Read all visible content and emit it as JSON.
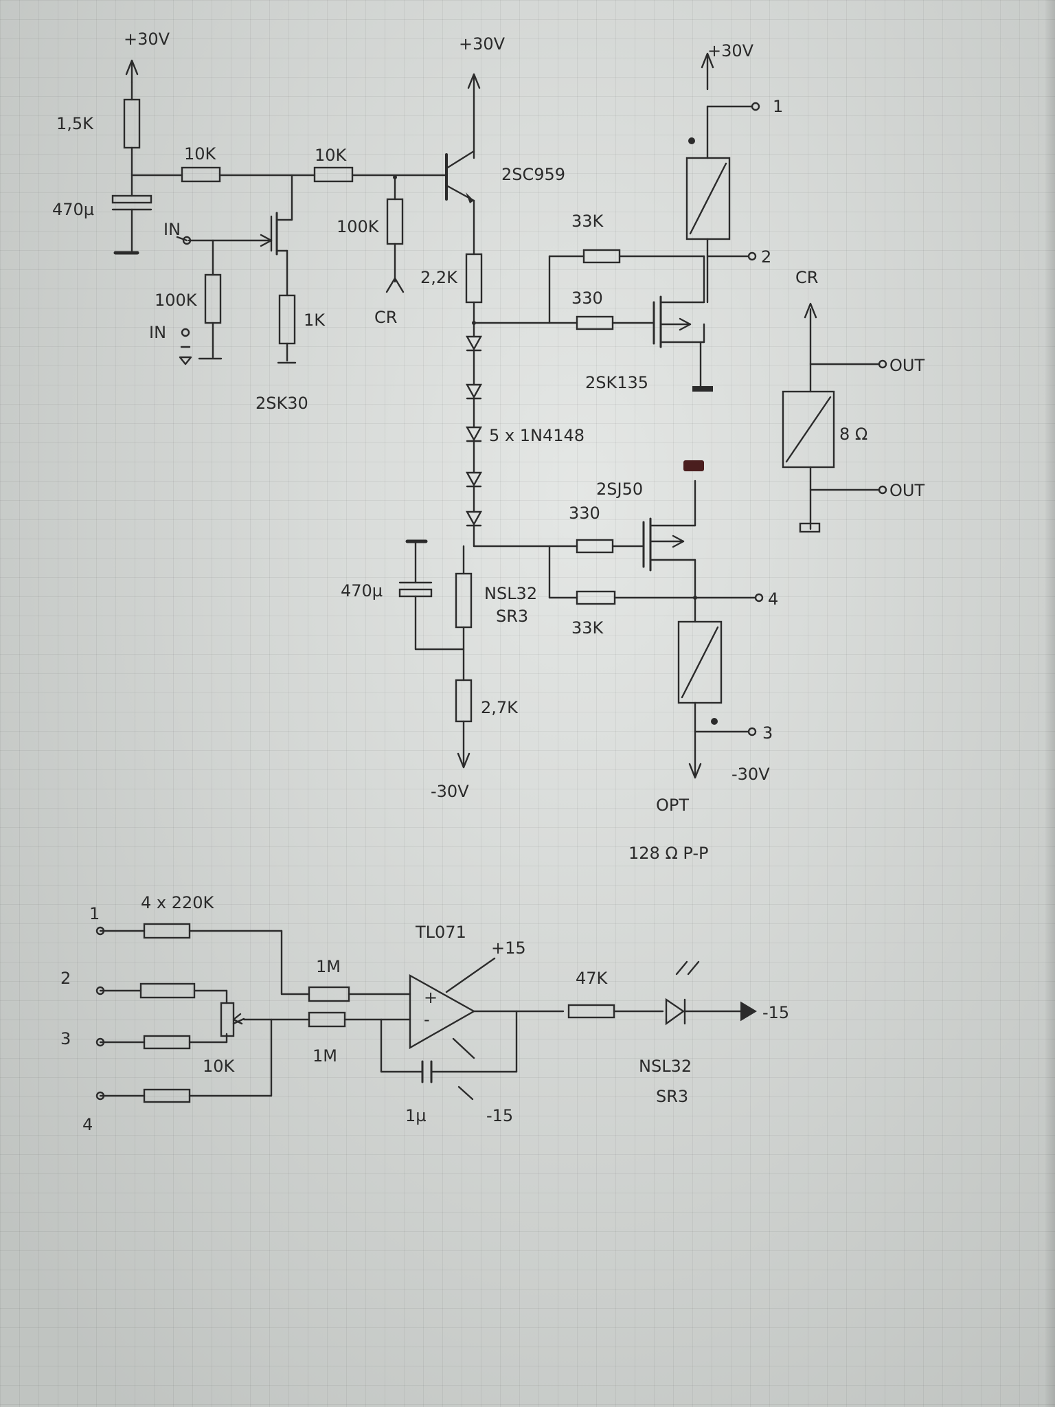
{
  "labels": {
    "vplus_1": "+30V",
    "vplus_2": "+30V",
    "vplus_3": "+30V",
    "r_1k5": "1,5K",
    "c_470u_top": "470µ",
    "r_10k_a": "10K",
    "r_10k_b": "10K",
    "in": "IN",
    "r_100k_in": "100K",
    "in_ground": "IN",
    "r_1k": "1K",
    "jfet": "2SK30",
    "r_100k_cr": "100K",
    "cr_1": "CR",
    "bjt": "2SC959",
    "r_2k2": "2,2K",
    "r_33k_top": "33K",
    "r_330_top": "330",
    "mosfet_top": "2SK135",
    "node_1": "1",
    "node_2": "2",
    "diodes": "5 x 1N4148",
    "mosfet_bot": "2SJ50",
    "r_330_bot": "330",
    "c_470u_bot": "470µ",
    "nsl_1": "NSL32",
    "sr3_1": "SR3",
    "r_33k_bot": "33K",
    "node_4": "4",
    "r_2k7": "2,7K",
    "vminus": "-30V",
    "node_3": "3",
    "vminus_out": "-30V",
    "opt": "OPT",
    "opt_spec": "128 Ω P-P",
    "cr_2": "CR",
    "load": "8 Ω",
    "out_1": "OUT",
    "out_2": "OUT",
    "r_4x220k": "4 x 220K",
    "in_1": "1",
    "in_2": "2",
    "in_3": "3",
    "in_4": "4",
    "pot_10k": "10K",
    "r_1m_a": "1M",
    "r_1m_b": "1M",
    "opamp": "TL071",
    "opamp_plus": "+",
    "opamp_minus": "-",
    "vcc_p15": "+15",
    "vcc_m15": "-15",
    "c_1u": "1µ",
    "r_47k": "47K",
    "out_m15": "-15",
    "nsl_2": "NSL32",
    "sr3_2": "SR3"
  }
}
